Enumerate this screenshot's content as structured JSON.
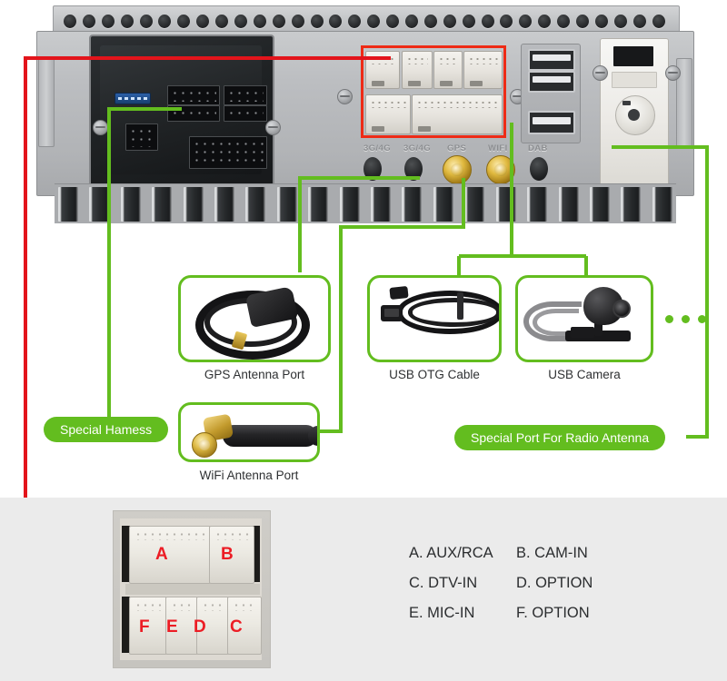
{
  "device": {
    "name": "car-head-unit-rear-panel",
    "port_labels": [
      "3G/4G",
      "3G/4G",
      "GPS",
      "WIFI",
      "DAB"
    ],
    "highlight_box_color": "#ee2b16",
    "callout_color": "#63bd1f"
  },
  "accessories": [
    {
      "id": "gps-antenna",
      "label": "GPS Antenna Port",
      "icon": "gps-antenna-icon"
    },
    {
      "id": "usb-otg",
      "label": "USB OTG Cable",
      "icon": "usb-otg-cable-icon"
    },
    {
      "id": "usb-camera",
      "label": "USB Camera",
      "icon": "usb-camera-icon"
    },
    {
      "id": "wifi-antenna",
      "label": "WiFi Antenna Port",
      "icon": "wifi-antenna-icon"
    }
  ],
  "more_indicator": "...",
  "callouts": [
    {
      "id": "special-harness",
      "label": "Special Hamess"
    },
    {
      "id": "radio-antenna",
      "label": "Special Port For Radio Antenna"
    }
  ],
  "harness": {
    "top_row_letters": [
      "A",
      "B"
    ],
    "bottom_row_letters": [
      "F",
      "E",
      "D",
      "C"
    ],
    "letter_color": "#ec1c24"
  },
  "legend": {
    "rows": [
      {
        "left": "A. AUX/RCA",
        "right": "B. CAM-IN"
      },
      {
        "left": "C. DTV-IN",
        "right": "D. OPTION"
      },
      {
        "left": "E. MIC-IN",
        "right": "F. OPTION"
      }
    ]
  }
}
